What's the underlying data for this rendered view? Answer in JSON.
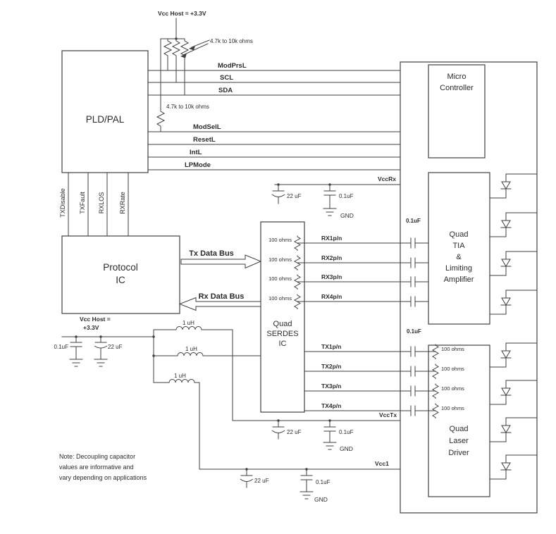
{
  "blocks": {
    "pld": "PLD/PAL",
    "mcu": [
      "Micro",
      "Controller"
    ],
    "protocol": [
      "Protocol",
      "IC"
    ],
    "serdes": [
      "Quad",
      "SERDES",
      "IC"
    ],
    "tia": [
      "Quad",
      "TIA",
      "&",
      "Limiting",
      "Amplifier"
    ],
    "driver": [
      "Quad",
      "Laser",
      "Driver"
    ]
  },
  "power": {
    "vcc_host_top": "Vcc Host = +3.3V",
    "vcc_host_left": [
      "Vcc Host =",
      "+3.3V"
    ],
    "vccrx": "VccRx",
    "vcctx": "VccTx",
    "vcc1": "Vcc1",
    "gnd": "GND"
  },
  "buses": {
    "i2c": [
      "ModPrsL",
      "SCL",
      "SDA"
    ],
    "control": [
      "ModSelL",
      "ResetL",
      "IntL",
      "LPMode"
    ],
    "host_status": [
      "TXDisable",
      "TXFault",
      "RXLOS",
      "RXRate"
    ],
    "tx_data": "Tx Data Bus",
    "rx_data": "Rx Data Bus",
    "rx_pairs": [
      "RX1p/n",
      "RX2p/n",
      "RX3p/n",
      "RX4p/n"
    ],
    "tx_pairs": [
      "TX1p/n",
      "TX2p/n",
      "TX3p/n",
      "TX4p/n"
    ]
  },
  "values": {
    "pullup": "4.7k to 10k ohms",
    "termination": "100 ohms",
    "bulk_cap": "22 uF",
    "bypass_cap": "0.1uF",
    "inductor": "1 uH"
  },
  "note": [
    "Note: Decoupling capacitor",
    "values are informative and",
    "vary depending on applications"
  ]
}
